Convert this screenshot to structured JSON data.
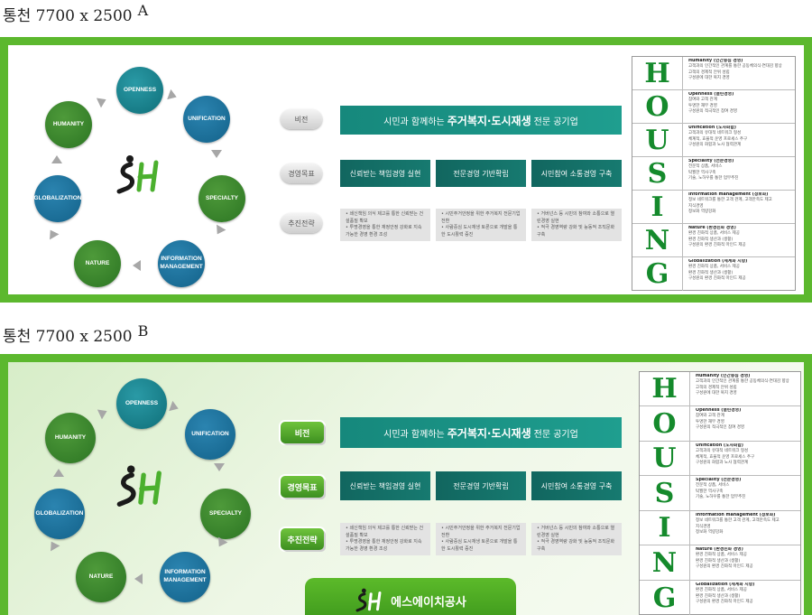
{
  "captions": [
    {
      "text": "통천 7700 x 2500",
      "letter": "A"
    },
    {
      "text": "통천 7700 x 2500",
      "letter": "B"
    }
  ],
  "values_ring": [
    {
      "label": "OPENNESS"
    },
    {
      "label": "UNIFICATION"
    },
    {
      "label": "SPECIALTY"
    },
    {
      "label": "INFORMATION MANAGEMENT"
    },
    {
      "label": "NATURE"
    },
    {
      "label": "GLOBALIZATION"
    },
    {
      "label": "HUMANITY"
    }
  ],
  "logo": {
    "text": "SH"
  },
  "labels": {
    "vision": "비전",
    "goal": "경영목표",
    "strategy": "추진전략"
  },
  "vision": {
    "pre": "시민과 함께하는",
    "strong": "주거복지·도시재생",
    "post": "전문 공기업"
  },
  "goals": [
    "신뢰받는 책임경영 실현",
    "전문경영 기반확립",
    "시민참여 소통경영 구축"
  ],
  "strategies": [
    [
      "• 쇄신책임 의식 제고를 통한 신뢰받는 건설품질 확보",
      "• 투명경영을 통한 재정안정 강화로 지속가능한 경영 환경 조성"
    ],
    [
      "• 시민주거안정을 위한 주거복지 전문기업 전환",
      "• 사람중심 도시재생 토론으로 개발을 통한 도시활력 증진"
    ],
    [
      "• 거버넌스 등 시민의 참여와 소통으로 열린경영 실현",
      "• 적극 경영역량 강화 및 능동적 조직문화 구축"
    ]
  ],
  "housing": [
    {
      "letter": "H",
      "title": "Humanity (인간중심 경영)",
      "lines": [
        "고객과의 인간적인 관계를 통한 공동체의식·연대감 향상",
        "고객의 경제적 안위 성립",
        "구성원에 대한 복지 경영"
      ]
    },
    {
      "letter": "O",
      "title": "Openness (열린경영)",
      "lines": [
        "참여와 고객 관계",
        "투명한 재무 경영",
        "구성원의 적극적인 참여 경영"
      ]
    },
    {
      "letter": "U",
      "title": "Unification (노사화합)",
      "lines": [
        "고객과의 유대적 네트워크 형성",
        "체계적, 효율적 운영 프로세스 추구",
        "구성원의 화합과 노사 협력관계"
      ]
    },
    {
      "letter": "S",
      "title": "Speciality (전문경영)",
      "lines": [
        "전문적 상품, 서비스",
        "탁월한 역사구축",
        "기술, 노하우를 통한 업무추진"
      ]
    },
    {
      "letter": "I",
      "title": "Information management (정보화)",
      "lines": [
        "정보 네트워크를 통한 고객 관계, 고객만족도 제고",
        "지식경영",
        "정보화 역량강화"
      ]
    },
    {
      "letter": "N",
      "title": "Nature (환경친화 경영)",
      "lines": [
        "환경 친화적 상품, 서비스 제공",
        "환경 친화적 생산과 (생활)",
        "구성원의 환경 친화적 마인드 제공"
      ]
    },
    {
      "letter": "G",
      "title": "Globalization (세계화 지향)",
      "lines": [
        "환경 친화적 상품, 서비스 제공",
        "환경 친화적 생산과 (생활)",
        "구성원의 환경 친화적 마인드 제공"
      ]
    }
  ],
  "footer": {
    "text": "에스에이치공사"
  },
  "colors": {
    "frame_green": "#5cb82e",
    "circle_teal": "#0f6f79",
    "circle_blue": "#13628a",
    "circle_green": "#2c7523",
    "housing_letter": "#158a2c"
  }
}
